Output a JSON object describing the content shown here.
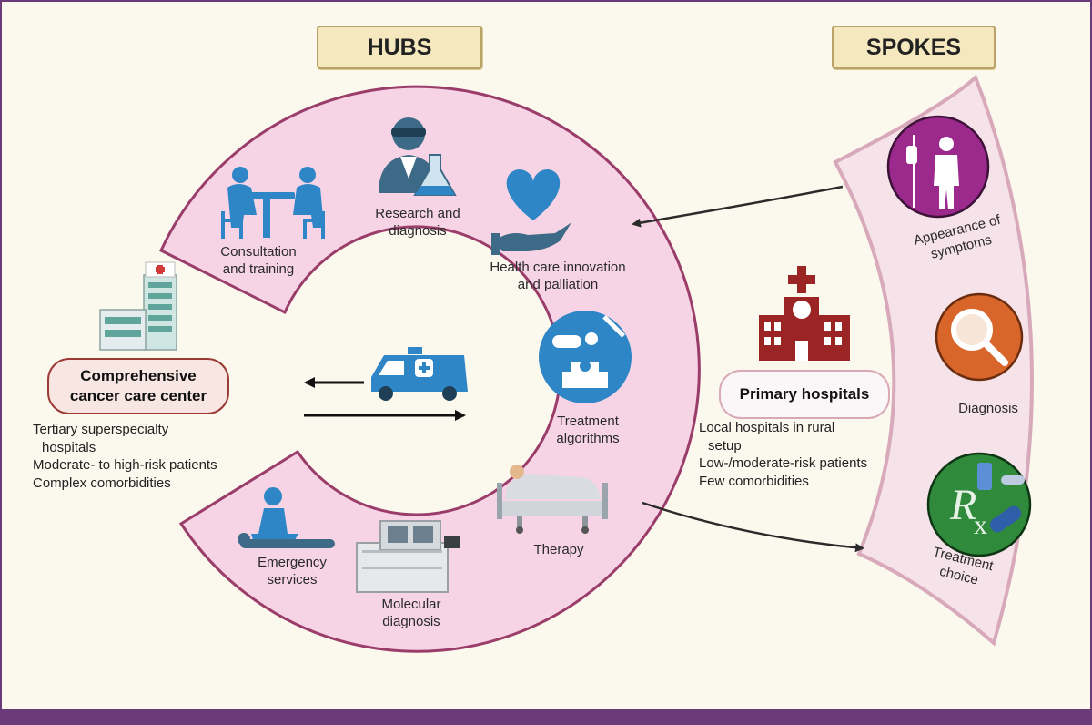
{
  "headers": {
    "hubs": "HUBS",
    "spokes": "SPOKES"
  },
  "hub_ring": {
    "consultation": [
      "Consultation",
      "and training"
    ],
    "research": [
      "Research and",
      "diagnosis"
    ],
    "innovation": [
      "Health care innovation",
      "and palliation"
    ],
    "algorithms": [
      "Treatment",
      "algorithms"
    ],
    "therapy": [
      "Therapy"
    ],
    "molecular": [
      "Molecular",
      "diagnosis"
    ],
    "emergency": [
      "Emergency",
      "services"
    ]
  },
  "ccc": {
    "title": [
      "Comprehensive",
      "cancer care center"
    ],
    "details": [
      "Tertiary superspecialty",
      "hospitals",
      "Moderate- to high-risk patients",
      "Complex comorbidities"
    ]
  },
  "primary": {
    "title": "Primary hospitals",
    "details": [
      "Local hospitals in rural",
      "setup",
      "Low-/moderate-risk patients",
      "Few comorbidities"
    ]
  },
  "spokes_items": {
    "symptoms": [
      "Appearance of",
      "symptoms"
    ],
    "diagnosis": [
      "Diagnosis"
    ],
    "treatment": [
      "Treatment",
      "choice"
    ]
  },
  "icons": {
    "consultation": "consultation-table-icon",
    "research": "scientist-flask-icon",
    "innovation": "heart-hand-icon",
    "algorithms": "pills-syringe-hospital-icon",
    "therapy": "hospital-bed-icon",
    "molecular": "lab-analyzer-icon",
    "emergency": "cpr-icon",
    "ccc": "tower-hospital-icon",
    "ambulance": "ambulance-icon",
    "primary": "red-hospital-icon",
    "symptoms": "iv-patient-icon",
    "diagnosis": "magnifier-icon",
    "treatment": "rx-pills-icon"
  },
  "colors": {
    "ring_fill": "#f6d4e6",
    "ring_stroke": "#9b3d6a",
    "frame": "#6b3a79",
    "header_fill": "#f5e8bf",
    "symptoms_circle": "#9b2a8c",
    "diagnosis_circle": "#d8652a",
    "treatment_circle": "#2f8a3c",
    "icon_blue": "#2f86c6"
  }
}
